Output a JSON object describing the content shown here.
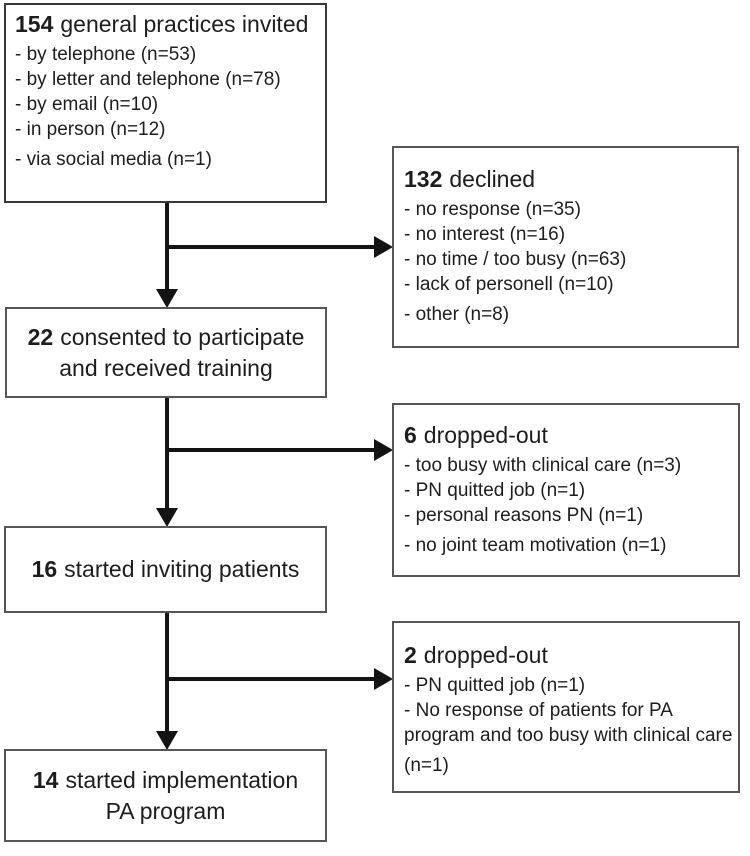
{
  "colors": {
    "background": "#ffffff",
    "box_border": "#565656",
    "box_border_dark": "#383838",
    "arrow": "#131313",
    "text": "#1d1d1d"
  },
  "flowchart": {
    "invited": {
      "number": "154",
      "label": "general practices invited",
      "items": [
        "- by telephone (n=53)",
        "- by letter and telephone (n=78)",
        "- by email (n=10)",
        "- in person (n=12)",
        "- via social media (n=1)"
      ]
    },
    "declined": {
      "number": "132",
      "label": "declined",
      "items": [
        "- no response (n=35)",
        "- no interest (n=16)",
        "- no time / too busy  (n=63)",
        "- lack of personell (n=10)",
        "- other (n=8)"
      ]
    },
    "consented": {
      "number": "22",
      "label": "consented to participate and received training"
    },
    "dropped_out_training": {
      "number": "6",
      "label": "dropped-out",
      "items": [
        "- too busy with clinical care (n=3)",
        "- PN quitted job (n=1)",
        "- personal reasons PN (n=1)",
        "- no joint team motivation (n=1)"
      ]
    },
    "started_inviting": {
      "number": "16",
      "label": "started inviting patients"
    },
    "dropped_out_inviting": {
      "number": "2",
      "label": "dropped-out",
      "lines": [
        "- PN quitted job (n=1)",
        "- No response of patients for PA",
        "program and too busy with clinical care",
        "(n=1)"
      ]
    },
    "implementation": {
      "number": "14",
      "label": "started implementation PA program"
    }
  }
}
